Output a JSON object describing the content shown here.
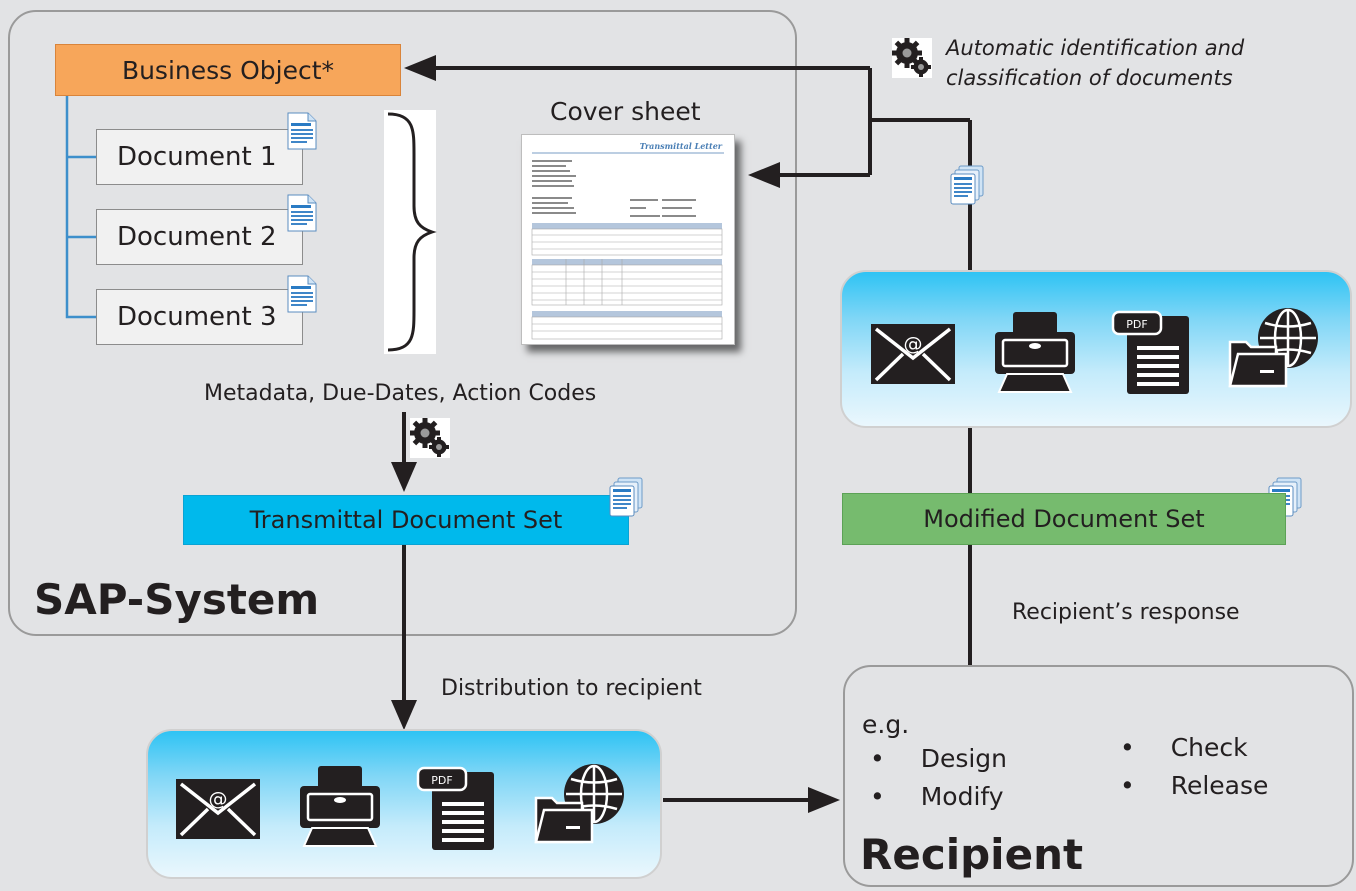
{
  "sap": {
    "title": "SAP-System",
    "business_object": "Business Object*",
    "documents": [
      "Document 1",
      "Document 2",
      "Document 3"
    ],
    "cover_sheet_label": "Cover sheet",
    "metadata_label": "Metadata, Due-Dates, Action Codes",
    "transmittal_set": "Transmittal Document Set"
  },
  "cover_letter": {
    "title": "Transmittal Letter"
  },
  "automatic": {
    "line1": "Automatic identification and",
    "line2": "classification of documents"
  },
  "modified_set": "Modified Document Set",
  "response_label": "Recipient’s response",
  "distribution_label": "Distribution to recipient",
  "channel_icons": {
    "pdf_tag": "PDF"
  },
  "recipient": {
    "title": "Recipient",
    "eg": "e.g.",
    "actions_left": [
      "Design",
      "Modify"
    ],
    "actions_right": [
      "Check",
      "Release"
    ]
  },
  "colors": {
    "background": "#e2e3e5",
    "business_object": "#f7a65a",
    "transmittal_set": "#00b9ec",
    "modified_set": "#76bb6e",
    "channel_top": "#2ec3f4",
    "tree_line": "#3d8fcb"
  }
}
